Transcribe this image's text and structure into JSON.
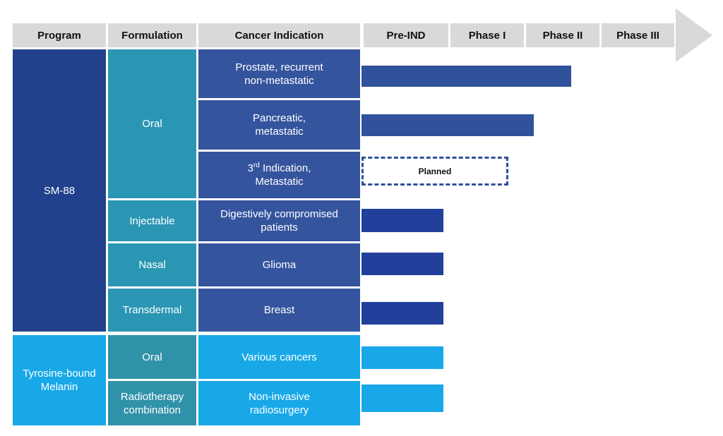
{
  "colors": {
    "header-bg": "#D9D9D9",
    "navy": "#21418C",
    "teal": "#2B96B3",
    "teal-dark": "#3092A9",
    "cell-blue": "#35549E",
    "bar-blue": "#30519B",
    "bar-dark": "#21409C",
    "sky": "#18A8E8"
  },
  "table": {
    "headers": [
      "Program",
      "Formulation",
      "Cancer Indication",
      "Pre-IND",
      "Phase I",
      "Phase II",
      "Phase III"
    ]
  },
  "cells": {
    "program_sm88": "SM-88",
    "program_tbm": [
      "Tyrosine-bound",
      "Melanin"
    ],
    "form_oral": "Oral",
    "form_injectable": "Injectable",
    "form_nasal": "Nasal",
    "form_transdermal": "Transdermal",
    "form_oral2": "Oral",
    "form_radio": [
      "Radiotherapy",
      "combination"
    ],
    "ind_prostate": [
      "Prostate, recurrent",
      "non-metastatic"
    ],
    "ind_pancreatic": [
      "Pancreatic,",
      "metastatic"
    ],
    "ind_third": {
      "pre": "3",
      "sup": "rd",
      "post": " Indication,",
      "line2": "Metastatic"
    },
    "ind_digestively": [
      "Digestively compromised",
      "patients"
    ],
    "ind_glioma": "Glioma",
    "ind_breast": "Breast",
    "ind_various": "Various cancers",
    "ind_noninvasive": [
      "Non-invasive",
      "radiosurgery"
    ],
    "planned_label": "Planned"
  },
  "chart_data": {
    "type": "bar",
    "orientation": "horizontal",
    "x_axis": {
      "phases": [
        "Pre-IND",
        "Phase I",
        "Phase II",
        "Phase III"
      ],
      "range": [
        0,
        4
      ],
      "note": "phase_end measured in phase units: 0=start Pre-IND, 1=end Pre-IND/start Phase I, 2=start Phase II, 3=start Phase III, 4=end Phase III"
    },
    "rows": [
      {
        "program": "SM-88",
        "formulation": "Oral",
        "indication": "Prostate, recurrent non-metastatic",
        "phase_end": 2.6,
        "status": "active",
        "bar_color": "#30519B"
      },
      {
        "program": "SM-88",
        "formulation": "Oral",
        "indication": "Pancreatic, metastatic",
        "phase_end": 2.1,
        "status": "active",
        "bar_color": "#30519B"
      },
      {
        "program": "SM-88",
        "formulation": "Oral",
        "indication": "3rd Indication, Metastatic",
        "phase_end": 1.77,
        "status": "planned",
        "bar_label": "Planned",
        "bar_color": "#30519B"
      },
      {
        "program": "SM-88",
        "formulation": "Injectable",
        "indication": "Digestively compromised patients",
        "phase_end": 0.92,
        "status": "active",
        "bar_color": "#21409C"
      },
      {
        "program": "SM-88",
        "formulation": "Nasal",
        "indication": "Glioma",
        "phase_end": 0.92,
        "status": "active",
        "bar_color": "#21409C"
      },
      {
        "program": "SM-88",
        "formulation": "Transdermal",
        "indication": "Breast",
        "phase_end": 0.92,
        "status": "active",
        "bar_color": "#21409C"
      },
      {
        "program": "Tyrosine-bound Melanin",
        "formulation": "Oral",
        "indication": "Various cancers",
        "phase_end": 0.92,
        "status": "active",
        "bar_color": "#18A8E8"
      },
      {
        "program": "Tyrosine-bound Melanin",
        "formulation": "Radiotherapy combination",
        "indication": "Non-invasive radiosurgery",
        "phase_end": 0.92,
        "status": "active",
        "bar_color": "#18A8E8"
      }
    ]
  }
}
